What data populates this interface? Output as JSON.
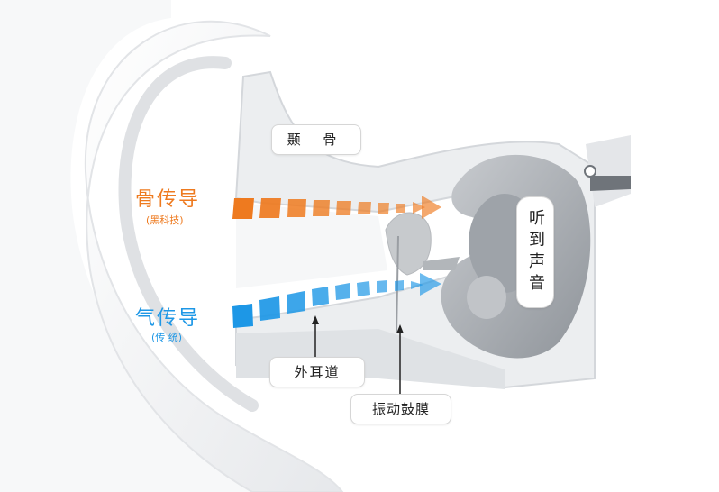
{
  "labels": {
    "bone_conduction": "骨传导",
    "bone_conduction_sub": "(黑科技)",
    "air_conduction": "气传导",
    "air_conduction_sub": "(传 统)",
    "temporal_bone": "颞 骨",
    "ear_canal": "外耳道",
    "eardrum": "振动鼓膜",
    "hear_sound": "听到声音"
  },
  "colors": {
    "bone_arrow": "#ee7a1f",
    "air_arrow": "#1d97e6",
    "ear_body": "#f1f2f4",
    "inner_ear": "#a9adb3"
  }
}
